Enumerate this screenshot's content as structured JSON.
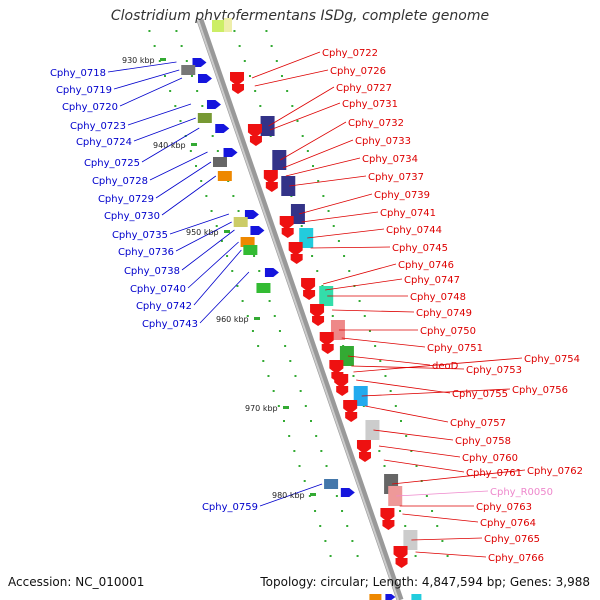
{
  "title": "Clostridium phytofermentans ISDg, complete genome",
  "footer": {
    "accession": "Accession: NC_010001",
    "summary": "Topology: circular; Length: 4,847,594 bp; Genes: 3,988"
  },
  "colors": {
    "forward_label": "#0000cc",
    "reverse_label": "#dd0000",
    "rna_label": "#ee88cc",
    "backbone": "#999999",
    "ticks": "#33aa33"
  },
  "kbp_marks": [
    "930 kbp",
    "940 kbp",
    "950 kbp",
    "960 kbp",
    "970 kbp",
    "980 kbp"
  ],
  "forward_genes": [
    "Cphy_0718",
    "Cphy_0719",
    "Cphy_0720",
    "Cphy_0723",
    "Cphy_0724",
    "Cphy_0725",
    "Cphy_0728",
    "Cphy_0729",
    "Cphy_0730",
    "Cphy_0735",
    "Cphy_0736",
    "Cphy_0738",
    "Cphy_0740",
    "Cphy_0742",
    "Cphy_0743",
    "Cphy_0759"
  ],
  "reverse_genes": [
    "Cphy_0722",
    "Cphy_0726",
    "Cphy_0727",
    "Cphy_0731",
    "Cphy_0732",
    "Cphy_0733",
    "Cphy_0734",
    "Cphy_0737",
    "Cphy_0739",
    "Cphy_0741",
    "Cphy_0744",
    "Cphy_0745",
    "Cphy_0746",
    "Cphy_0747",
    "Cphy_0748",
    "Cphy_0749",
    "Cphy_0750",
    "Cphy_0751",
    "deoD",
    "Cphy_0753",
    "Cphy_0754",
    "Cphy_0755",
    "Cphy_0756",
    "Cphy_0757",
    "Cphy_0758",
    "Cphy_0760",
    "Cphy_0761",
    "Cphy_0762",
    "Cphy_R0050",
    "Cphy_0763",
    "Cphy_0764",
    "Cphy_0765",
    "Cphy_0766"
  ]
}
